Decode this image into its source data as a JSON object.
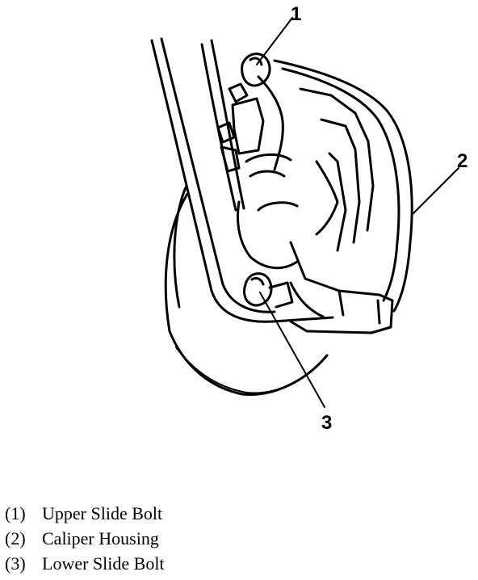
{
  "diagram": {
    "callouts": [
      {
        "label": "1"
      },
      {
        "label": "2"
      },
      {
        "label": "3"
      }
    ]
  },
  "legend": {
    "items": [
      {
        "number": "(1)",
        "text": "Upper Slide Bolt"
      },
      {
        "number": "(2)",
        "text": "Caliper Housing"
      },
      {
        "number": "(3)",
        "text": "Lower Slide Bolt"
      }
    ]
  },
  "colors": {
    "ink": "#000000",
    "paper": "#ffffff"
  }
}
